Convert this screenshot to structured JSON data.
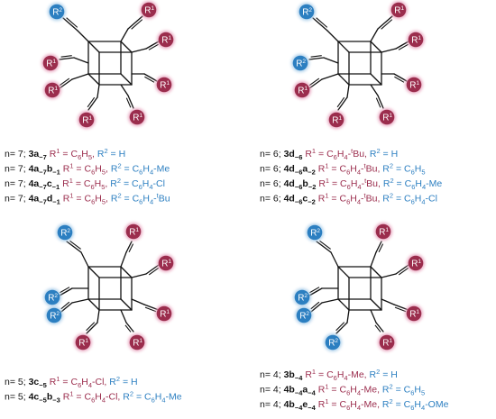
{
  "colors": {
    "r1": "#9b2d4d",
    "r2": "#2c7fc1",
    "r1_glow": "#e8a5bf",
    "r2_glow": "#a9cde9",
    "line": "#111111"
  },
  "badges": {
    "r1": "R1",
    "r2": "R2"
  },
  "panels": [
    {
      "id": "n7",
      "variant": "A",
      "r2_positions": [
        0
      ],
      "lines": [
        {
          "n": "n= 7;",
          "c": "3a",
          "s": "−7",
          "e": "",
          "r1": "R1 = C6H5,",
          "r2": "R2 = H"
        },
        {
          "n": "n= 7;",
          "c": "4a",
          "s": "−7",
          "e": "b−1",
          "r1": "R1 = C6H5,",
          "r2": "R2 = C6H4-Me"
        },
        {
          "n": "n= 7;",
          "c": "4a",
          "s": "−7",
          "e": "c−1",
          "r1": "R1 = C6H5,",
          "r2": "R2 = C6H4-Cl"
        },
        {
          "n": "n= 7;",
          "c": "4a",
          "s": "−7",
          "e": "d−1",
          "r1": "R1 = C6H5,",
          "r2": "R2 = C6H4-tBu"
        }
      ]
    },
    {
      "id": "n6",
      "variant": "A",
      "r2_positions": [
        0,
        3
      ],
      "lines": [
        {
          "n": "n= 6;",
          "c": "3d",
          "s": "−6",
          "e": "",
          "r1": "R1 = C6H4-tBu,",
          "r2": "R2 = H"
        },
        {
          "n": "n= 6;",
          "c": "4d",
          "s": "−6",
          "e": "a−2",
          "r1": "R1 = C6H4-tBu,",
          "r2": "R2 = C6H5"
        },
        {
          "n": "n= 6;",
          "c": "4d",
          "s": "−6",
          "e": "b−2",
          "r1": "R1 = C6H4-tBu,",
          "r2": "R2 = C6H4-Me"
        },
        {
          "n": "n= 6;",
          "c": "4d",
          "s": "−6",
          "e": "c−2",
          "r1": "R1 = C6H4-tBu,",
          "r2": "R2 = C6H4-Cl"
        }
      ]
    },
    {
      "id": "n5",
      "variant": "B",
      "r2_positions": [
        0,
        3,
        4
      ],
      "lines": [
        {
          "n": "n= 5;",
          "c": "3c",
          "s": "−5",
          "e": "",
          "r1": "R1 = C6H4-Cl,",
          "r2": "R2 = H"
        },
        {
          "n": "n= 5;",
          "c": "4c",
          "s": "−5",
          "e": "b−3",
          "r1": "R1 = C6H4-Cl,",
          "r2": "R2 = C6H4-Me"
        }
      ]
    },
    {
      "id": "n4",
      "variant": "B",
      "r2_positions": [
        0,
        3,
        4,
        5
      ],
      "lines": [
        {
          "n": "n= 4;",
          "c": "3b",
          "s": "−4",
          "e": "",
          "r1": "R1 = C6H4-Me,",
          "r2": "R2 = H"
        },
        {
          "n": "n= 4;",
          "c": "4b",
          "s": "−4",
          "e": "a−4",
          "r1": "R1 = C6H4-Me,",
          "r2": "R2 = C6H5"
        },
        {
          "n": "n= 4;",
          "c": "4b",
          "s": "−4",
          "e": "e−4",
          "r1": "R1 = C6H4-Me,",
          "r2": "R2 = C6H4-OMe"
        }
      ]
    }
  ]
}
